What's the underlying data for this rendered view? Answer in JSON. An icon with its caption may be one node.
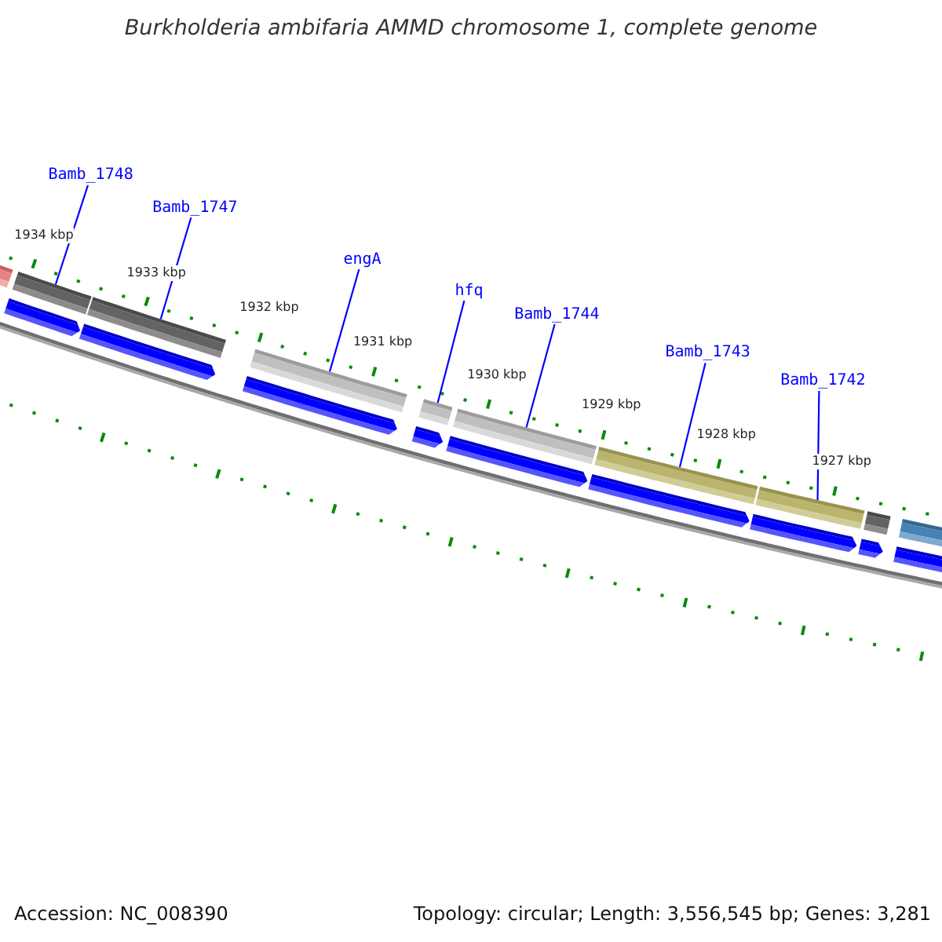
{
  "diagram": {
    "title": "Burkholderia ambifaria AMMD chromosome 1, complete genome",
    "nodes": [
      {
        "text": [
          "Bamb_1748"
        ]
      },
      {
        "text": [
          "Bamb_1747"
        ]
      },
      {
        "text": [
          "engA"
        ]
      },
      {
        "text": [
          "hfq"
        ]
      },
      {
        "text": [
          "Bamb_1744"
        ]
      },
      {
        "text": [
          "Bamb_1743"
        ]
      },
      {
        "text": [
          "Bamb_1742"
        ]
      },
      {
        "text": [],
        "shape": "bar"
      },
      {
        "text": [],
        "shape": "bar"
      },
      {
        "text": [],
        "shape": "bar"
      },
      {
        "text": [],
        "shape": "bar"
      },
      {
        "text": [],
        "shape": "bar"
      },
      {
        "text": [],
        "shape": "bar"
      },
      {
        "text": [],
        "shape": "bar"
      }
    ],
    "edges": [
      {
        "from": 0,
        "to": 7,
        "arrow": "none"
      },
      {
        "from": 1,
        "to": 8,
        "arrow": "none"
      },
      {
        "from": 2,
        "to": 9,
        "arrow": "none"
      },
      {
        "from": 3,
        "to": 10,
        "arrow": "none"
      },
      {
        "from": 4,
        "to": 11,
        "arrow": "none"
      },
      {
        "from": 5,
        "to": 12,
        "arrow": "none"
      },
      {
        "from": 6,
        "to": 13,
        "arrow": "none"
      }
    ],
    "labels": [
      "1934 kbp",
      "1933 kbp",
      "1932 kbp",
      "1931 kbp",
      "1930 kbp",
      "1929 kbp",
      "1928 kbp",
      "1927 kbp",
      "Accession: NC_008390",
      "Topology: circular; Length: 3,556,545 bp; Genes: 3,281"
    ]
  }
}
